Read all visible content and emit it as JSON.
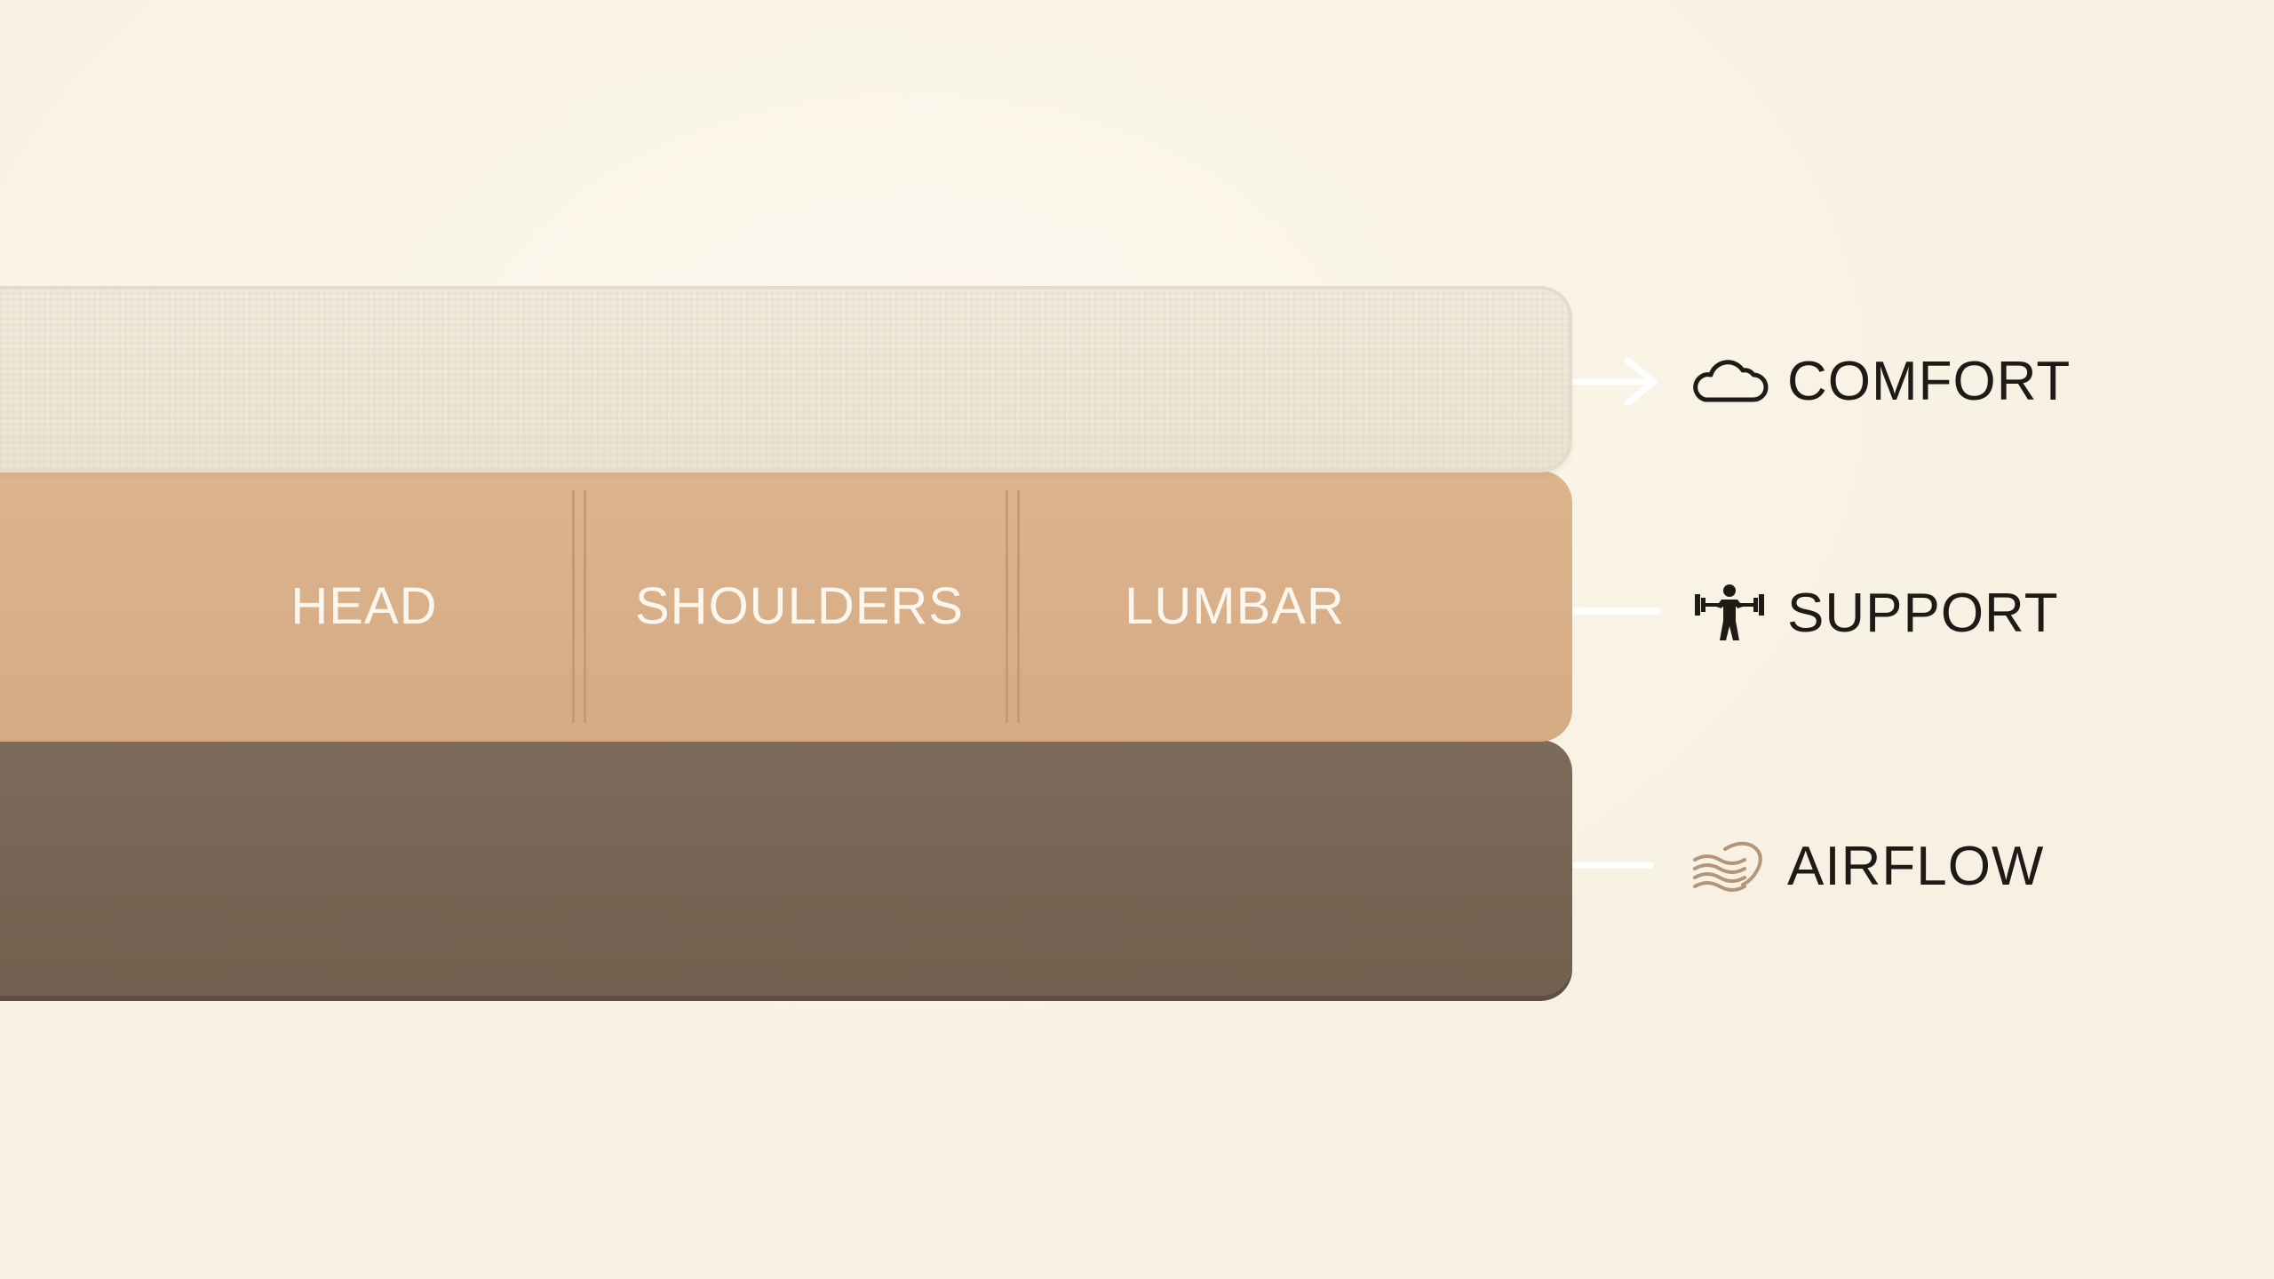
{
  "layers": {
    "comfort": {
      "label": "COMFORT",
      "color": "#ece4d2",
      "icon": "cloud-icon",
      "arrow_direction": "out"
    },
    "support": {
      "label": "SUPPORT",
      "color": "#d5ab84",
      "icon": "weightlifter-icon",
      "arrow_direction": "in",
      "zones": [
        "HEAD",
        "SHOULDERS",
        "LUMBAR"
      ]
    },
    "airflow": {
      "label": "AIRFLOW",
      "color": "#72604f",
      "icon": "wind-icon",
      "arrow_direction": "none"
    }
  },
  "colors": {
    "background": "#f8f1e3",
    "arrow": "#ffffff",
    "label_text": "#1e1b17",
    "zone_text": "#fbf6ee",
    "wind_icon": "#b39679"
  }
}
